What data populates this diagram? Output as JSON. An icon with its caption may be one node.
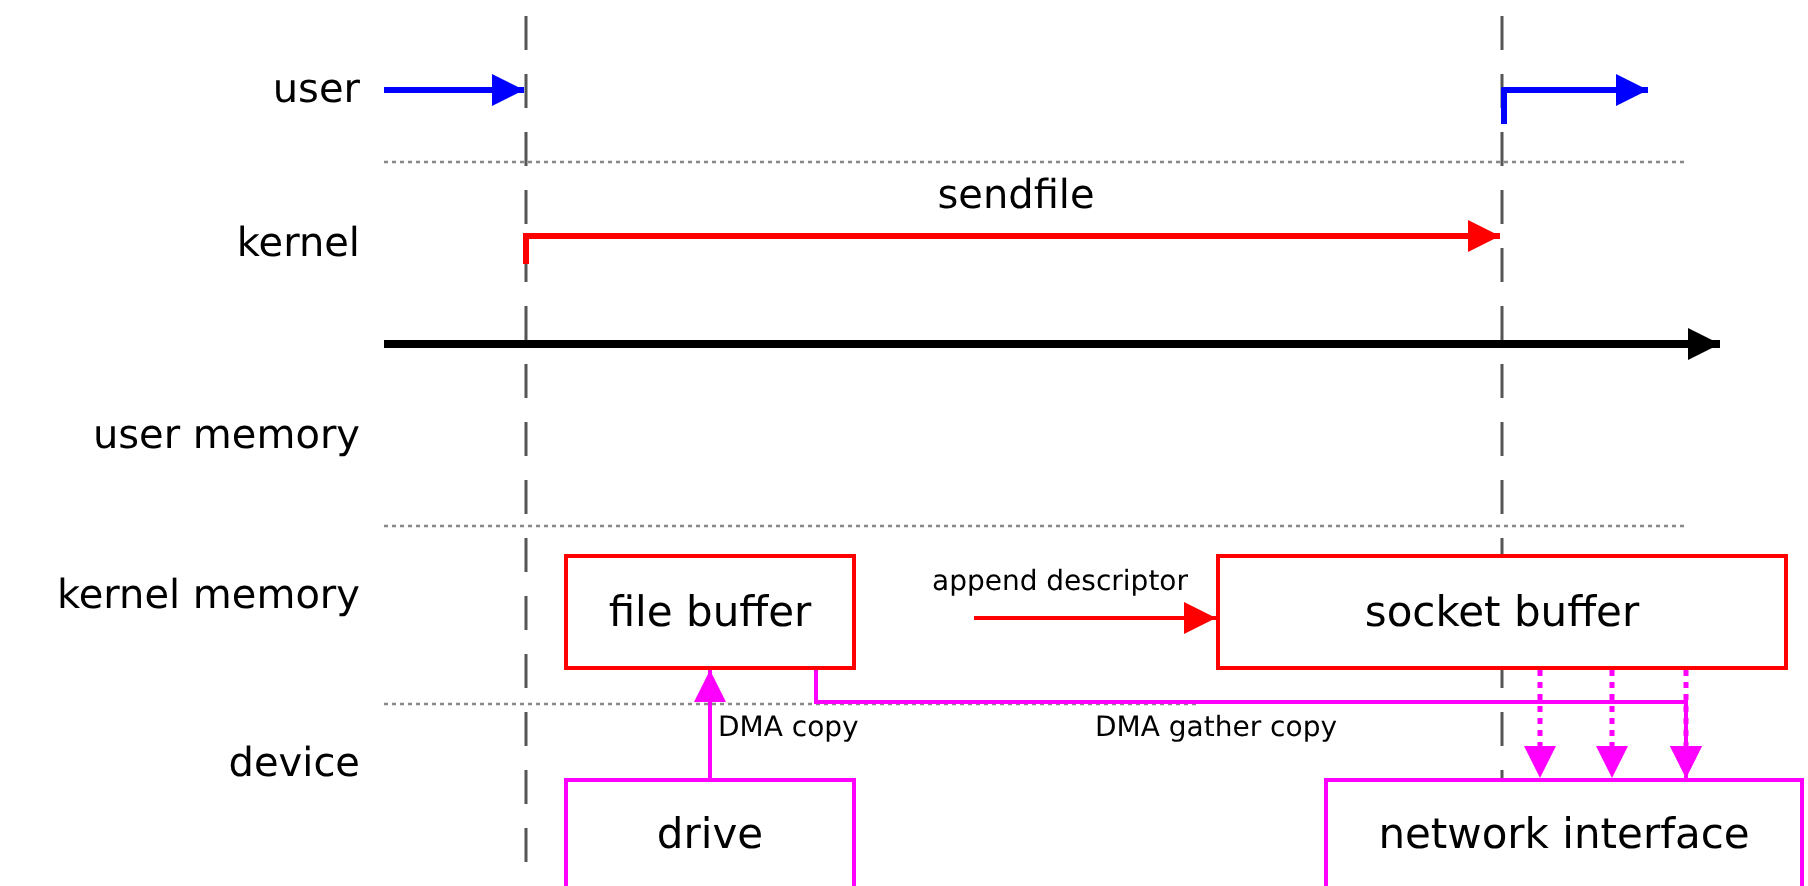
{
  "diagram": {
    "nodes": [
      {
        "text": [
          "file buffer"
        ]
      },
      {
        "text": [
          "socket buffer"
        ]
      },
      {
        "text": [
          "drive"
        ]
      },
      {
        "text": [
          "network interface"
        ]
      }
    ],
    "edges": [
      {
        "from": null,
        "to": 1,
        "arrow": "to",
        "label": "append descriptor",
        "color": "#ff0000"
      },
      {
        "from": 2,
        "to": 0,
        "arrow": "to",
        "label": "DMA copy"
      },
      {
        "from": 0,
        "to": 3,
        "arrow": "to",
        "label": "DMA gather copy"
      },
      {
        "from": 1,
        "to": 3,
        "arrow": "to",
        "style": "dashed"
      },
      {
        "from": 1,
        "to": 3,
        "arrow": "to",
        "style": "dashed"
      },
      {
        "from": 1,
        "to": 3,
        "arrow": "to",
        "style": "dashed"
      }
    ],
    "labels": [
      "user",
      "kernel",
      "sendfile",
      "user memory",
      "kernel memory",
      "device"
    ]
  }
}
